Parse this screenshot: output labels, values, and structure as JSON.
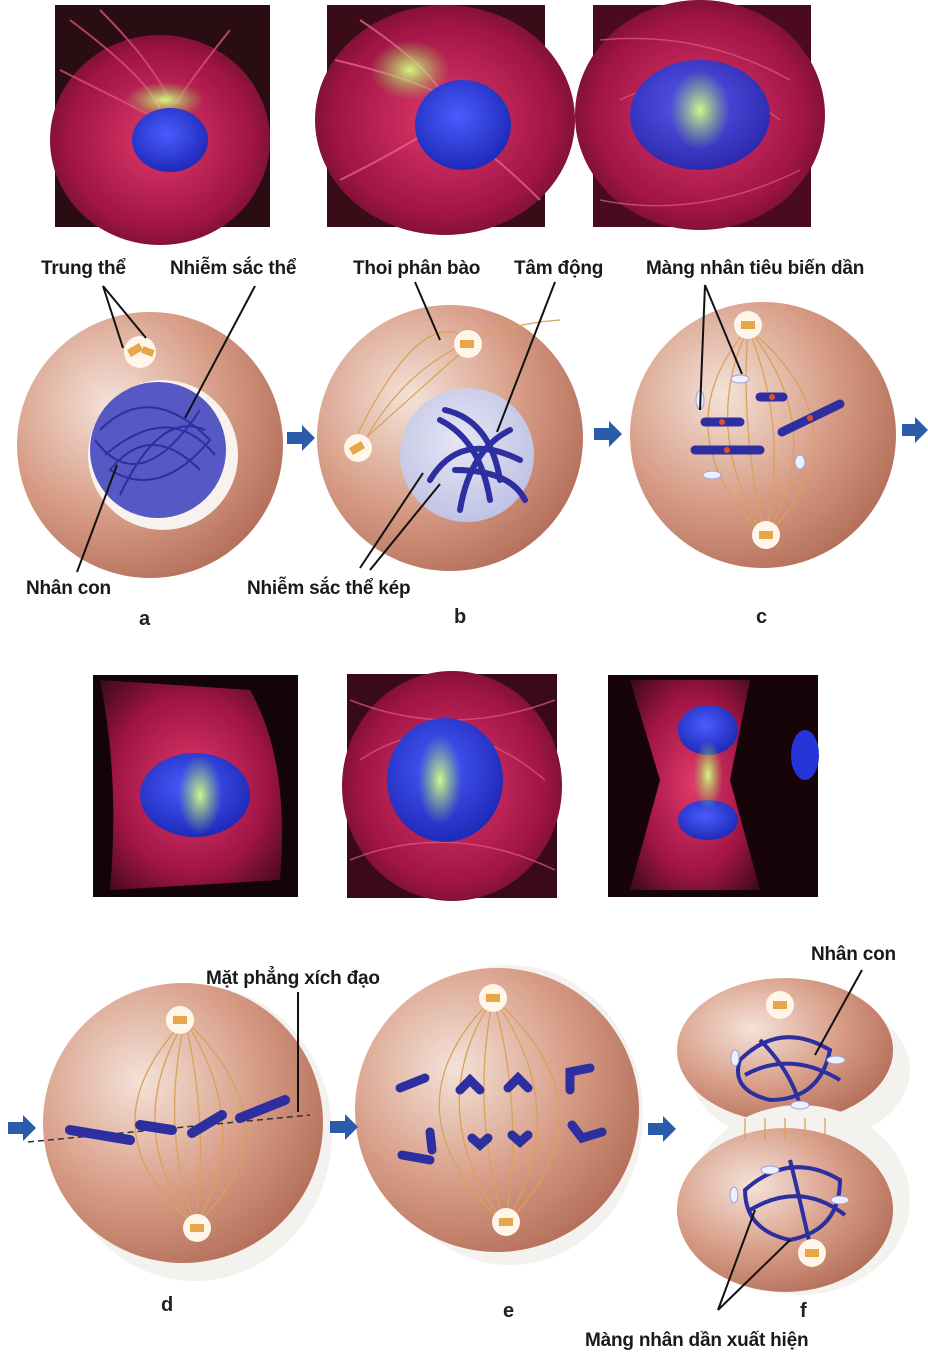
{
  "stages": [
    {
      "id": "a",
      "letter": "a"
    },
    {
      "id": "b",
      "letter": "b"
    },
    {
      "id": "c",
      "letter": "c"
    },
    {
      "id": "d",
      "letter": "d"
    },
    {
      "id": "e",
      "letter": "e"
    },
    {
      "id": "f",
      "letter": "f"
    }
  ],
  "labels": {
    "trung_the": "Trung thể",
    "nhiem_sac_the": "Nhiễm sắc thể",
    "nhan_con_a": "Nhân con",
    "thoi_phan_bao": "Thoi phân bào",
    "tam_dong": "Tâm động",
    "nhiem_sac_the_kep": "Nhiễm sắc thể kép",
    "mang_nhan_tieu_bien_dan": "Màng nhân tiêu biến dần",
    "mat_phang_xich_dao": "Mặt phẳng xích đạo",
    "nhan_con_f": "Nhân con",
    "mang_nhan_dan_xuat_hien": "Màng nhân dần xuất hiện"
  },
  "colors": {
    "cell_fill": "#c9826b",
    "chromosome": "#2d2ea0",
    "spindle": "#d9a15a",
    "arrow": "#2a5caa",
    "photo_red": "#b0174a",
    "photo_blue": "#2a3fd0",
    "photo_green": "#8fd24a"
  }
}
